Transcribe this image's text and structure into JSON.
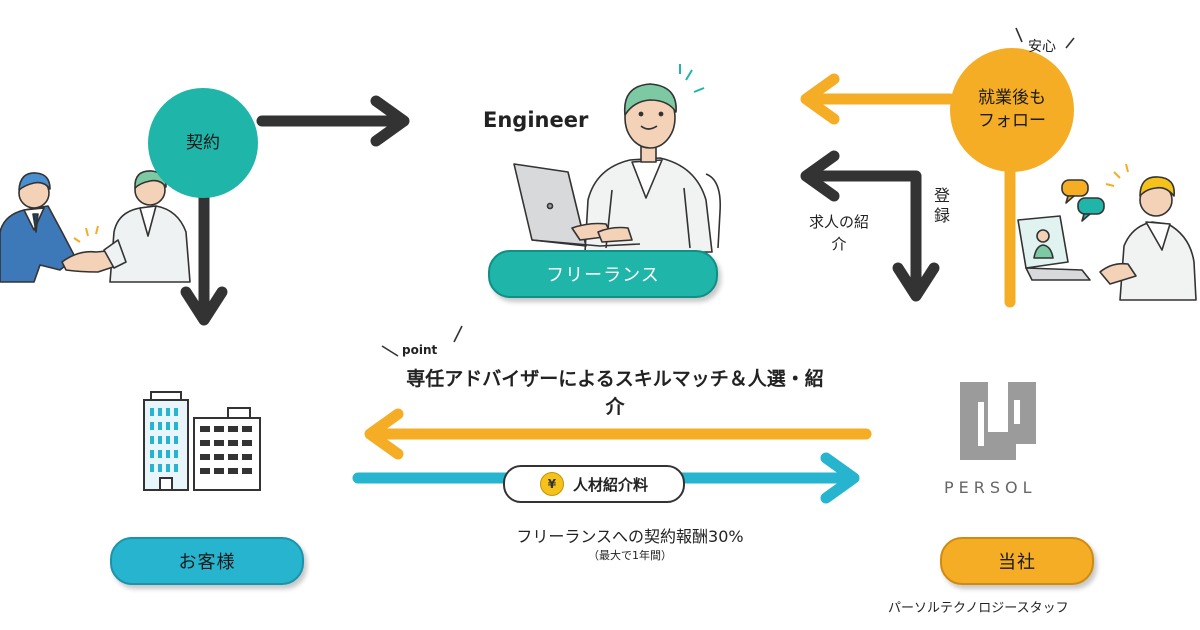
{
  "labels": {
    "contract": "契約",
    "engineer": "Engineer",
    "freelance": "フリーランス",
    "anshin": "安心",
    "follow_up": "就業後もフォロー",
    "register": "登録",
    "job_intro": "求人の紹介",
    "point": "point",
    "skill_match": "専任アドバイザーによるスキルマッチ＆人選・紹介",
    "fee_tag": "人材紹介料",
    "yen_symbol": "¥",
    "fee_note": "フリーランスへの契約報酬30%",
    "fee_sub": "（最大で1年間）",
    "client": "お客様",
    "persol": "PERSOL",
    "us": "当社",
    "company": "パーソルテクノロジースタッフ"
  },
  "colors": {
    "teal": "#1fb5a8",
    "cyan": "#26b4cf",
    "orange": "#f5ad25",
    "dark_arrow": "#333333",
    "skin": "#f3d2b8",
    "hair": "#7cc9a3"
  },
  "icons": {
    "handshake": "handshake-illustration-icon",
    "engineer": "engineer-laptop-illustration-icon",
    "video_call": "video-call-illustration-icon",
    "building": "office-building-icon",
    "persol_logo": "persol-logo-icon"
  }
}
